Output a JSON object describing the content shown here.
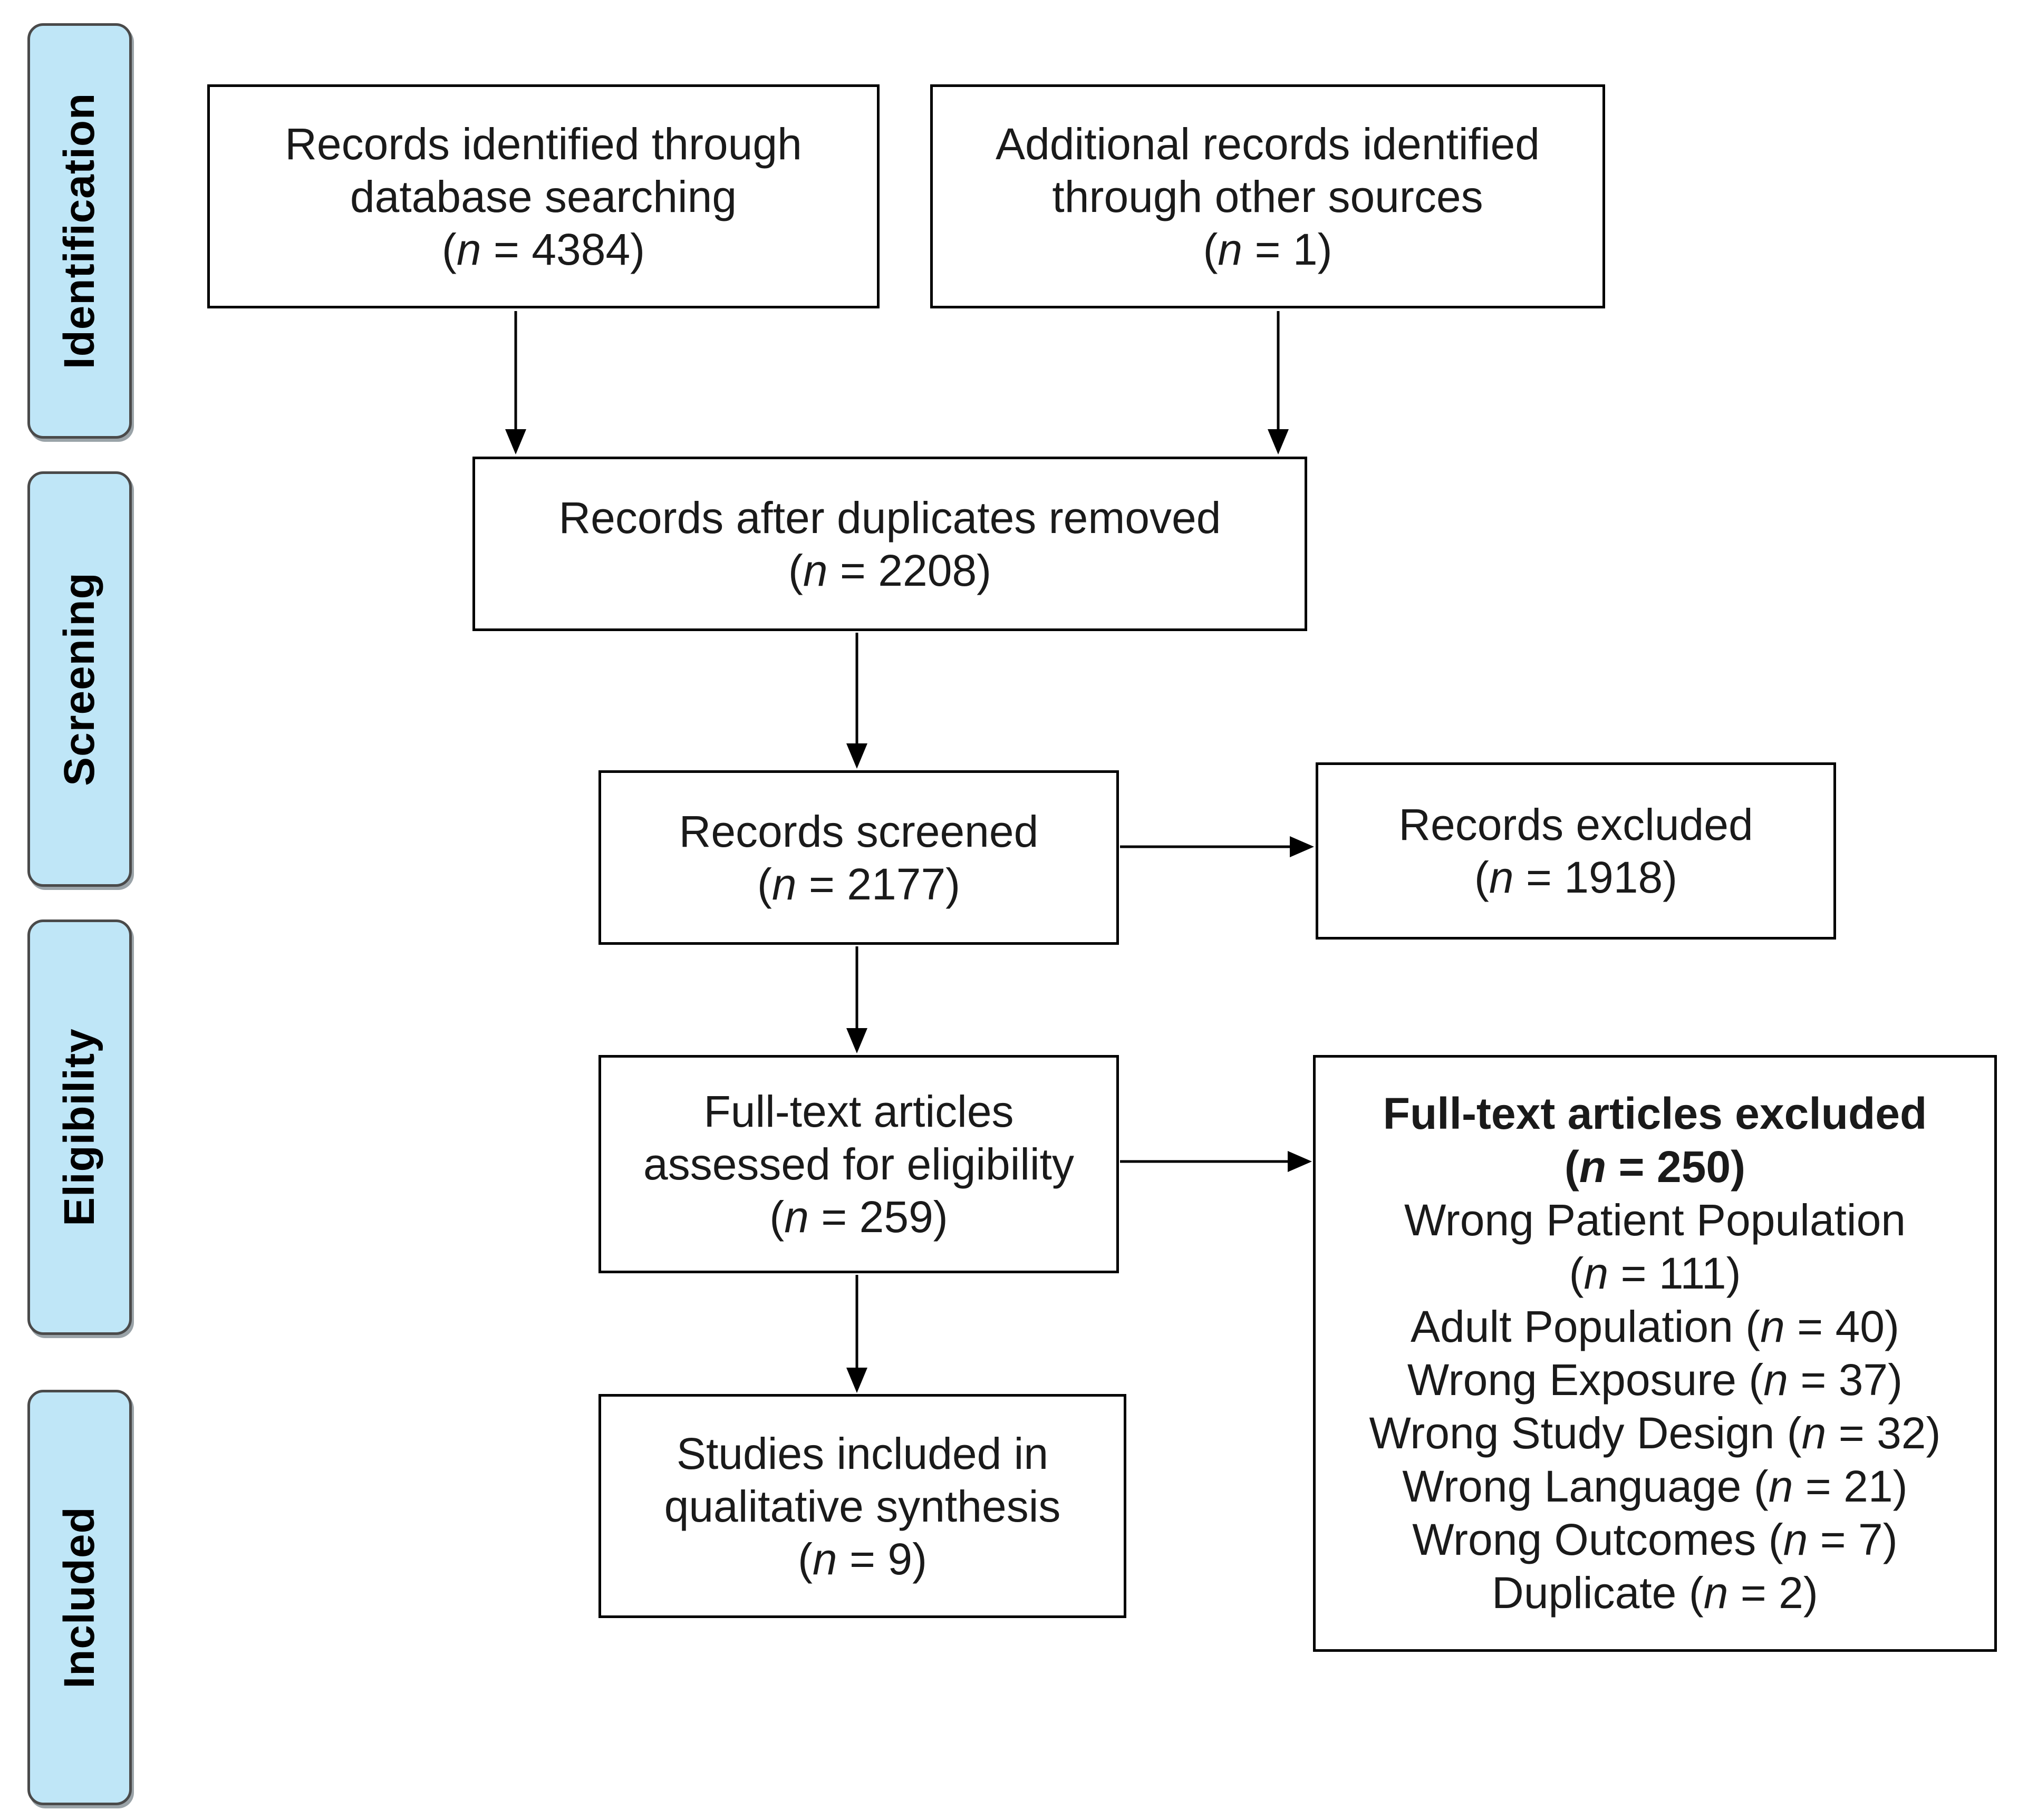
{
  "phases": {
    "identification": "Identification",
    "screening": "Screening",
    "eligibility": "Eligibility",
    "included": "Included"
  },
  "boxes": {
    "database_search": {
      "line1": "Records identified through",
      "line2": "database searching",
      "n_open": "(",
      "n_symbol": "n",
      "n_value": " = 4384)"
    },
    "other_sources": {
      "line1": "Additional records identified",
      "line2": "through other sources",
      "n_open": "(",
      "n_symbol": "n",
      "n_value": " = 1)"
    },
    "after_duplicates": {
      "line1": "Records after duplicates removed",
      "n_open": "(",
      "n_symbol": "n",
      "n_value": " = 2208)"
    },
    "screened": {
      "line1": "Records screened",
      "n_open": "(",
      "n_symbol": "n",
      "n_value": " = 2177)"
    },
    "excluded": {
      "line1": "Records excluded",
      "n_open": "(",
      "n_symbol": "n",
      "n_value": " = 1918)"
    },
    "fulltext_assessed": {
      "line1": "Full-text articles",
      "line2": "assessed for eligibility",
      "n_open": "(",
      "n_symbol": "n",
      "n_value": " = 259)"
    },
    "included_studies": {
      "line1": "Studies included in",
      "line2": "qualitative synthesis",
      "n_open": "(",
      "n_symbol": "n",
      "n_value": " = 9)"
    },
    "fulltext_excluded": {
      "title": "Full-text articles excluded",
      "n_open": "(",
      "n_symbol": "n",
      "n_value": " = 250)",
      "reasons": [
        {
          "label": "Wrong Patient Population",
          "n_open": "(",
          "n_symbol": "n",
          "n_value": " = 111)"
        },
        {
          "label": "Adult Population (",
          "n_symbol": "n",
          "n_value": " = 40)"
        },
        {
          "label": "Wrong Exposure (",
          "n_symbol": "n",
          "n_value": " = 37)"
        },
        {
          "label": "Wrong Study Design (",
          "n_symbol": "n",
          "n_value": " = 32)"
        },
        {
          "label": "Wrong Language (",
          "n_symbol": "n",
          "n_value": " = 21)"
        },
        {
          "label": "Wrong Outcomes (",
          "n_symbol": "n",
          "n_value": " = 7)"
        },
        {
          "label": "Duplicate (",
          "n_symbol": "n",
          "n_value": " = 2)"
        }
      ]
    }
  },
  "colors": {
    "phase_fill": "#bfe6f7",
    "box_border": "#000000",
    "arrow": "#000000"
  }
}
